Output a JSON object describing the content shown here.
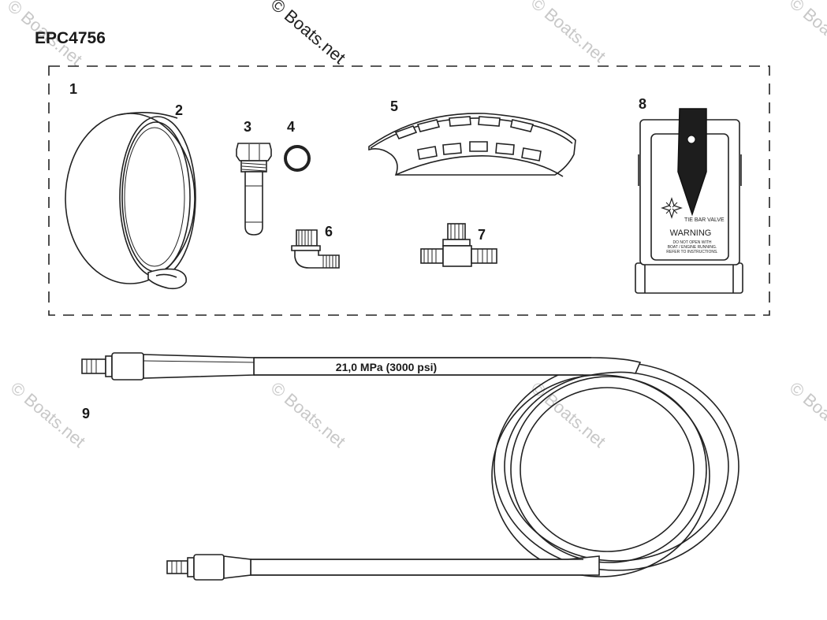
{
  "diagram": {
    "title": "EPC4756",
    "watermark": "© Boats.net",
    "hose_label": "21,0 MPa (3000 psi)",
    "decal": {
      "brand_text": "TIE BAR VALVE",
      "warning": "WARNING",
      "fine_print": [
        "DO NOT OPEN WITH",
        "BOAT / ENGINE RUNNING.",
        "REFER TO INSTRUCTIONS."
      ]
    },
    "callouts": [
      "1",
      "2",
      "3",
      "4",
      "5",
      "6",
      "7",
      "8",
      "9"
    ]
  }
}
